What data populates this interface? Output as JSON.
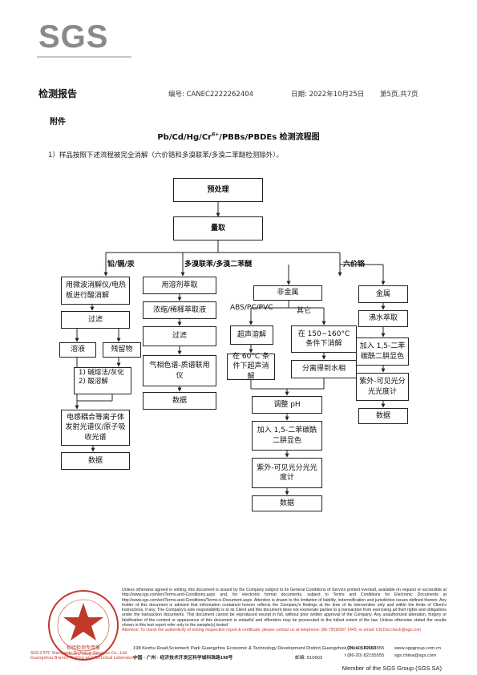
{
  "header": {
    "logo": "SGS",
    "report_title": "检测报告",
    "report_no": "编号: CANEC2222262404",
    "date": "日期: 2022年10月25日",
    "page": "第5页,共7页"
  },
  "appendix": "附件",
  "chart_title_pre": "Pb/Cd/Hg/Cr",
  "chart_title_sup": "6+",
  "chart_title_post": "/PBBs/PBDEs 检测流程图",
  "note": "1）样品按照下述流程被完全消解（六价铬和多溴联苯/多溴二苯醚检测除外）。",
  "flow": {
    "pretreat": "预处理",
    "measure": "量取",
    "branch_metal": "铅/镉/汞",
    "branch_pbb": "多溴联苯/多溴二苯醚",
    "branch_cr": "六价铬",
    "m1": "用微波消解仪/电热板进行酸消解",
    "m2": "过滤",
    "m3a": "溶液",
    "m3b": "残留物",
    "m4_1": "1) 碱熔法/灰化",
    "m4_2": "2) 酸溶解",
    "m5": "电感耦合等离子体发射光谱仪/原子吸收光谱",
    "m6": "数据",
    "p1": "用溶剂萃取",
    "p2": "浓缩/稀释萃取液",
    "p3": "过滤",
    "p4": "气相色谱-质谱联用仪",
    "p5": "数据",
    "c_nonmetal": "非金属",
    "c_abs": "ABS/PC/PVC",
    "c_other": "其它",
    "c_ultra": "超声溶解",
    "c_150": "在 150~160°C 条件下消解",
    "c_60": "在 60°C 条件下超声消解",
    "c_sep": "分离得到水相",
    "c_ph": "调整 pH",
    "c_dpc": "加入 1,5-二苯碳酰二肼显色",
    "c_uv": "紫外-可见光分光光度计",
    "c_data": "数据",
    "c_metal": "金属",
    "c_boil": "沸水萃取",
    "c_dpc2": "加入 1,5-二苯碳酰二肼显色",
    "c_uv2": "紫外-可见光分光光度计",
    "c_data2": "数据"
  },
  "footer": {
    "disclaimer": "Unless otherwise agreed in writing, this document is issued by the Company subject to its General Conditions of Service printed overleaf, available on request or accessible at http://www.sgs.com/en/Terms-and-Conditions.aspx and, for electronic format documents, subject to Terms and Conditions for Electronic Documents at http://www.sgs.com/en/Terms-and-Conditions/Terms-e-Document.aspx. Attention is drawn to the limitation of liability, indemnification and jurisdiction issues defined therein. Any holder of this document is advised that information contained hereon reflects the Company's findings at the time of its intervention only and within the limits of Client's instructions, if any. The Company's sole responsibility is to its Client and this document does not exonerate parties to a transaction from exercising all their rights and obligations under the transaction documents. This document cannot be reproduced except in full, without prior written approval of the Company. Any unauthorized alteration, forgery or falsification of the content or appearance of this document is unlawful and offenders may be prosecuted to the fullest extent of the law. Unless otherwise stated the results shown in this test report refer only to the sample(s) tested",
    "attention": "Attention: To check the authenticity of testing /inspection report & certificate, please contact us at telephone: (86-755)8307 1443, or email: CN.Doccheck@sgs.com",
    "addr_en": "198 Kezhu Road,Scientech Park Guangzhou Economic & Technology Development District,Guangzhou,China  510663",
    "tel1": "t (86-20) 82155555",
    "web": "www.sgsgroup.com.cn",
    "addr_cn": "中国 · 广州 · 经济技术开发区科学城科珠路198号",
    "postcode": "邮编: 510663",
    "tel2": "t (86-20) 82155555",
    "email": "sgs.china@sgs.com",
    "member": "Member of the SGS Group (SGS SA)",
    "seal_center": "检验检测专用章",
    "seal_en": "Inspection & Testing Services",
    "seal_side1": "SGS-CSTC Standards Technical Services Co., Ltd.",
    "seal_side2": "Guangzhou Branch Testing and Technical Laboratory"
  },
  "colors": {
    "logo": "#8a8a8a",
    "seal": "#c0392b"
  }
}
